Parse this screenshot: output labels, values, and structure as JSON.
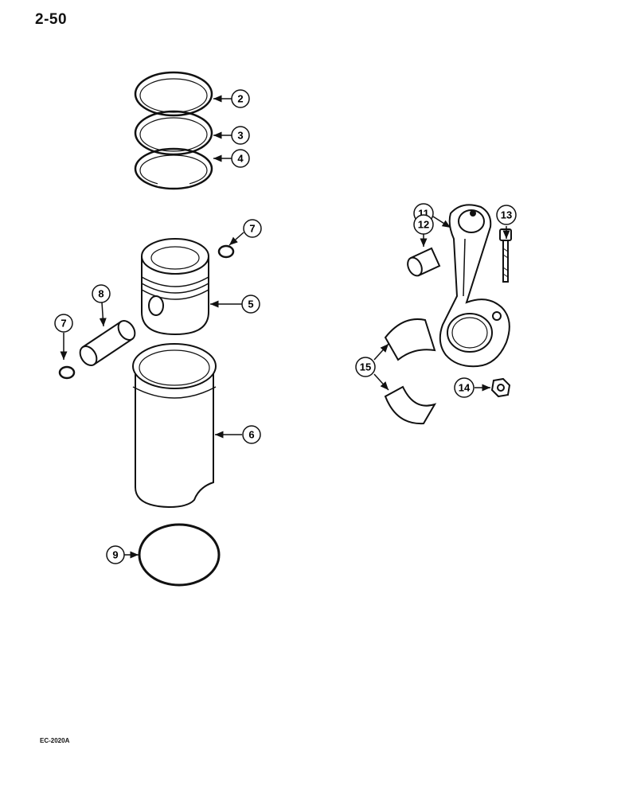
{
  "page_number": "2-50",
  "figure_code": "EC-2020A",
  "callouts": {
    "c2": "2",
    "c3": "3",
    "c4": "4",
    "c5": "5",
    "c6": "6",
    "c7a": "7",
    "c7b": "7",
    "c8": "8",
    "c9": "9",
    "c11": "11",
    "c12": "12",
    "c13": "13",
    "c14": "14",
    "c15": "15"
  }
}
